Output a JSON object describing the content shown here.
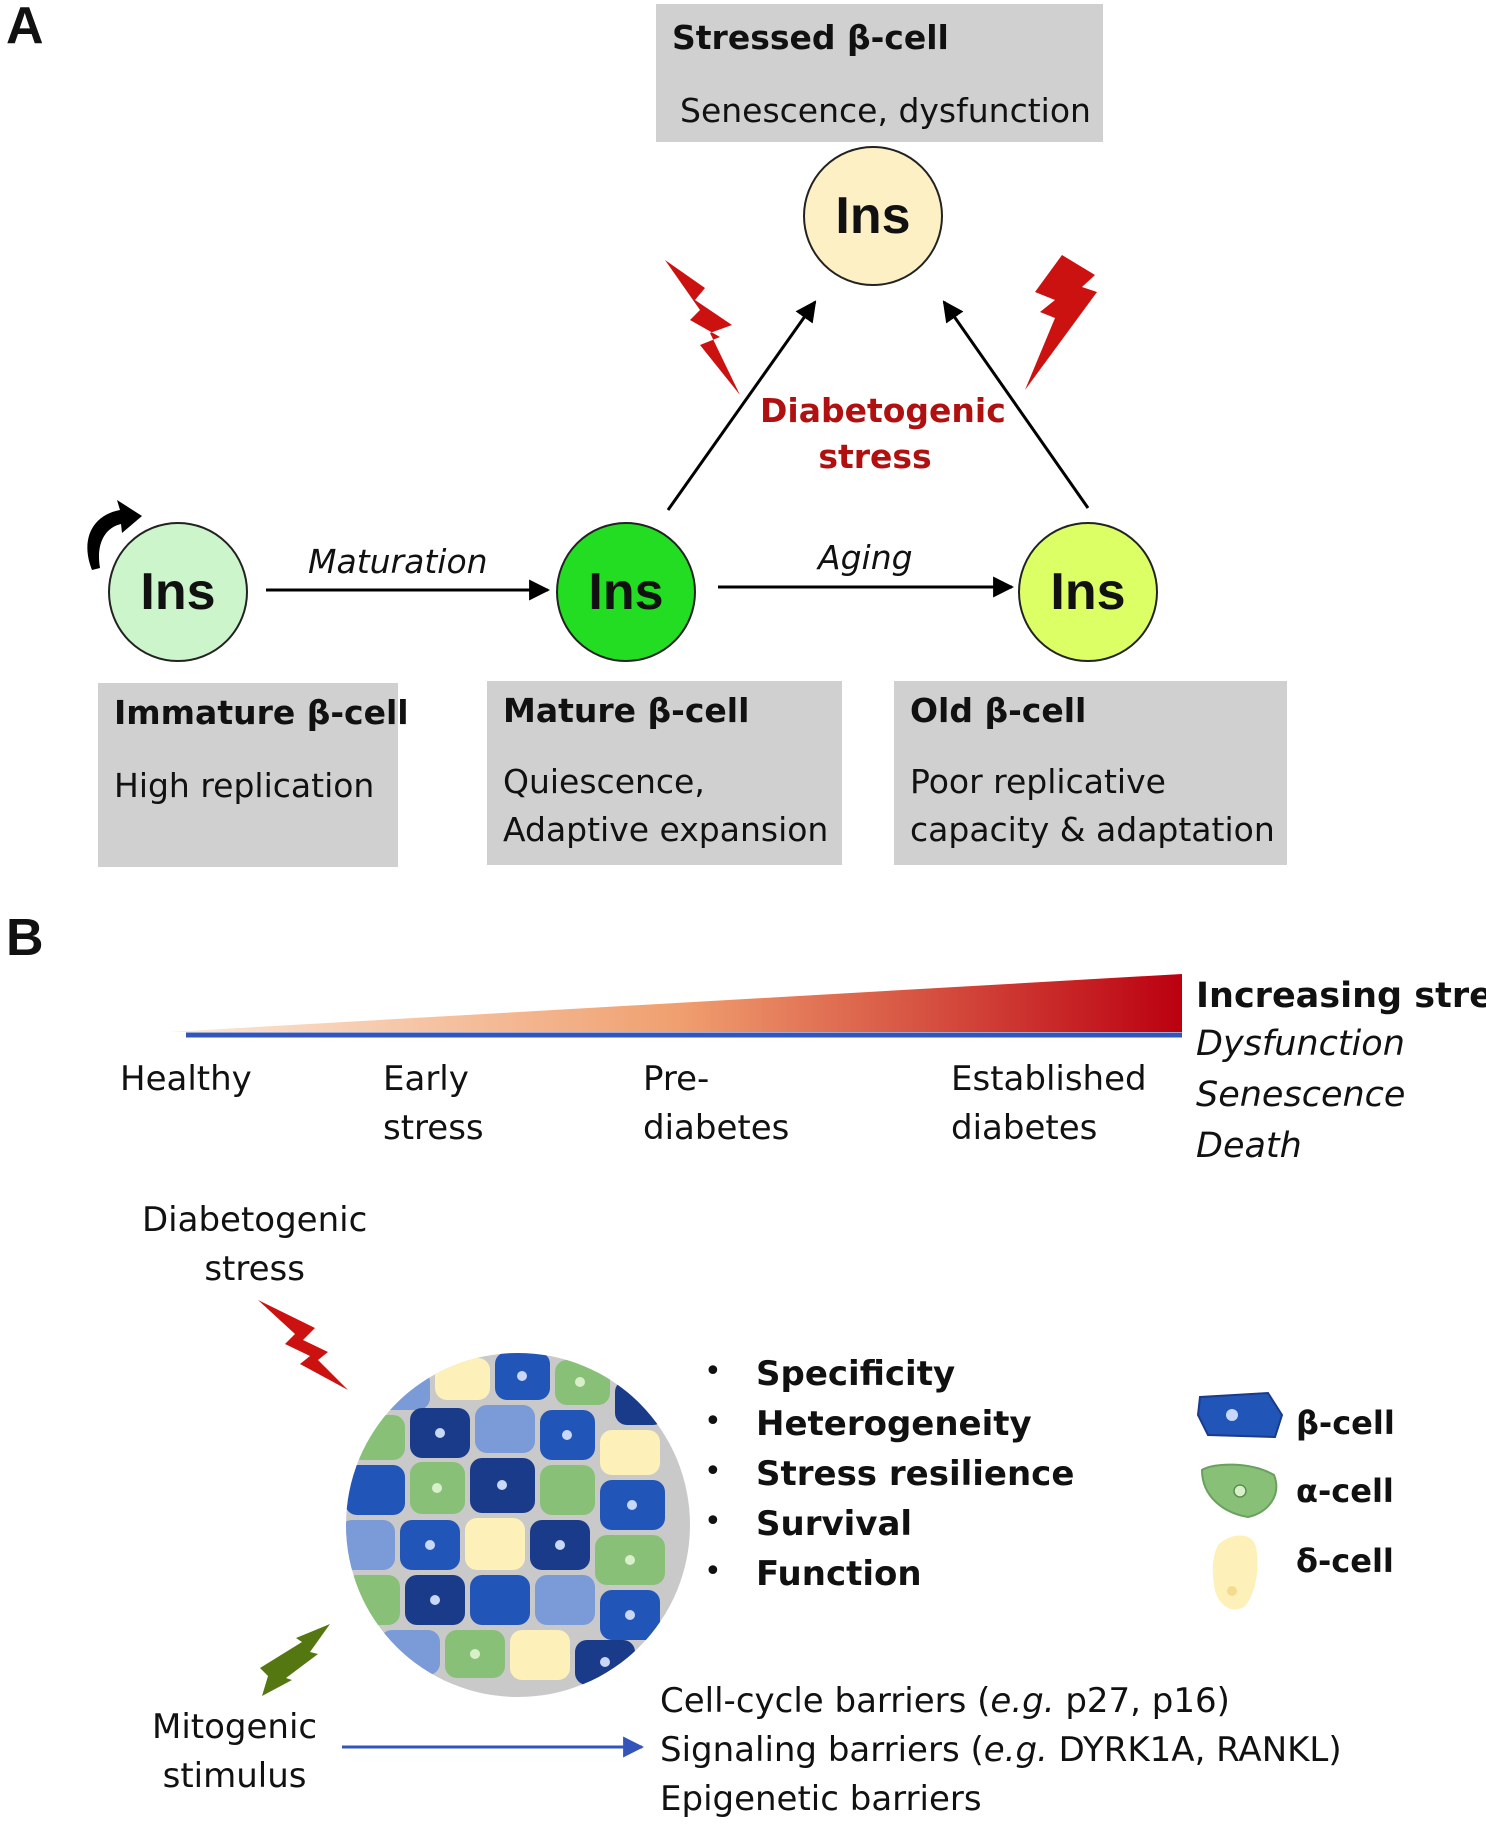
{
  "panel_a": {
    "letter": "A",
    "stressed_box": {
      "title": "Stressed β-cell",
      "desc": "Senescence, dysfunction"
    },
    "nodes": {
      "stressed": "Ins",
      "immature": "Ins",
      "mature": "Ins",
      "old": "Ins"
    },
    "arrows": {
      "maturation": "Maturation",
      "aging": "Aging"
    },
    "stress_label": {
      "line1": "Diabetogenic",
      "line2": "stress"
    },
    "immature_box": {
      "title": "Immature β-cell",
      "desc": "High replication"
    },
    "mature_box": {
      "title": "Mature β-cell",
      "desc1": "Quiescence,",
      "desc2": "Adaptive expansion"
    },
    "old_box": {
      "title": "Old β-cell",
      "desc1": "Poor replicative",
      "desc2": "capacity & adaptation"
    },
    "colors": {
      "immature": "#ccf5cc",
      "mature": "#22dd22",
      "old": "#ddff66",
      "stressed": "#fdf0c4",
      "bolt": "#cc1111",
      "stress_text": "#b01010",
      "box": "#d0d0d0"
    }
  },
  "panel_b": {
    "letter": "B",
    "outcomes": {
      "title": "Increasing stress",
      "items": [
        "Dysfunction",
        "Senescence",
        "Death"
      ]
    },
    "stages": [
      {
        "line1": "Healthy",
        "line2": ""
      },
      {
        "line1": "Early",
        "line2": "stress"
      },
      {
        "line1": "Pre-",
        "line2": "diabetes"
      },
      {
        "line1": "Established",
        "line2": "diabetes"
      }
    ],
    "diabetogenic": {
      "line1": "Diabetogenic",
      "line2": "stress"
    },
    "mitogenic": {
      "line1": "Mitogenic",
      "line2": "stimulus"
    },
    "properties": [
      "Specificity",
      "Heterogeneity",
      "Stress resilience",
      "Survival",
      "Function"
    ],
    "bullet_char": "•",
    "legend": [
      {
        "label": "β-cell",
        "icon": "beta-cell-icon"
      },
      {
        "label": "α-cell",
        "icon": "alpha-cell-icon"
      },
      {
        "label": "δ-cell",
        "icon": "delta-cell-icon"
      }
    ],
    "barriers": {
      "line1_pre": "Cell-cycle barriers (",
      "line1_eg": "e.g.",
      "line1_post": " p27, p16)",
      "line2_pre": "Signaling barriers (",
      "line2_eg": "e.g.",
      "line2_post": " DYRK1A, RANKL)",
      "line3": "Epigenetic barriers"
    },
    "colors": {
      "gradient_start": "#fbe8d8",
      "gradient_mid": "#f0a070",
      "gradient_end": "#bb0010",
      "baseline": "#3355bb",
      "mitogen_bolt": "#557711",
      "islet_bg": "#c9c9c9",
      "beta_dark": "#1a3a8a",
      "beta_mid": "#2255b8",
      "beta_light": "#7a9ad8",
      "alpha": "#88c078",
      "delta": "#fdf0b8"
    }
  }
}
